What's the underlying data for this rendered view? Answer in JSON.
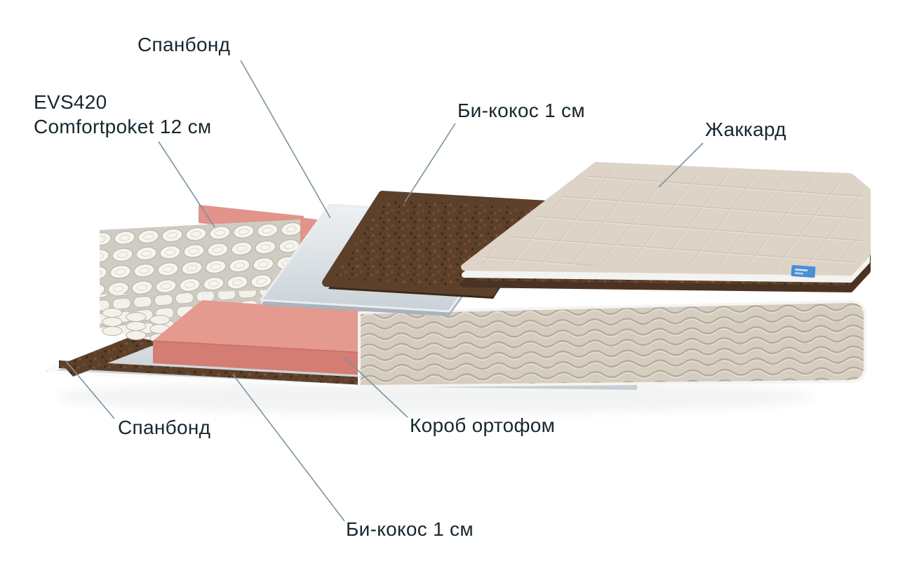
{
  "diagram": {
    "labels": {
      "spunbond_top": "Спанбонд",
      "spring_model_line1": "EVS420",
      "spring_model_line2": "Comfortpoket 12 см",
      "bicocos_top": "Би-кокос 1 см",
      "jacquard": "Жаккард",
      "spunbond_bottom": "Спанбонд",
      "foam_box": "Короб ортофом",
      "bicocos_bottom": "Би-кокос 1 см"
    },
    "layers_top_to_bottom": [
      "Жаккард",
      "Би-кокос 1 см",
      "Спанбонд",
      "EVS420 Comfortpoket 12 см",
      "Короб ортофом",
      "Би-кокос 1 см",
      "Спанбонд"
    ],
    "colors": {
      "background": "#ffffff",
      "text": "#18272f",
      "leader_line": "#7d93a1",
      "foam_pink": "#e59a90",
      "foam_pink_dark": "#d47d72",
      "foam_pink_back": "#e2938a",
      "cocos_brown": "#5d402a",
      "cocos_brown_dark": "#3c2817",
      "spunbond_gray": "#ccd5da",
      "fabric_beige": "#d6cdc1",
      "piping_white": "#f3f3f1",
      "tag_blue": "#4a8fd3"
    }
  }
}
